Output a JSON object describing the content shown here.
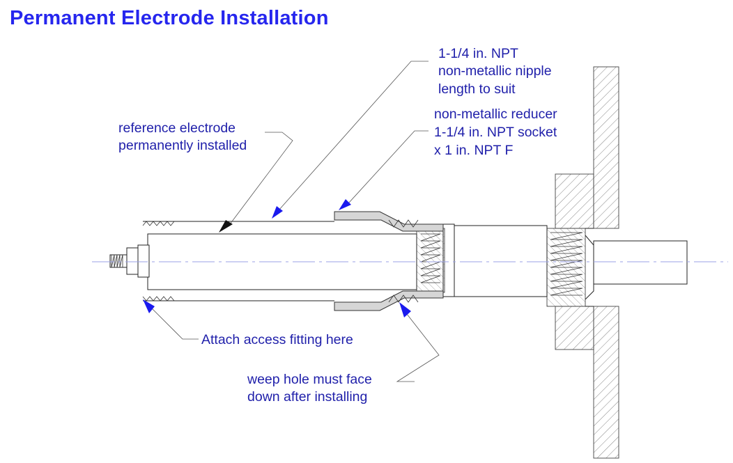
{
  "title": "Permanent Electrode Installation",
  "labels": {
    "nipple": [
      "1-1/4 in. NPT",
      "non-metallic nipple",
      "length to suit"
    ],
    "reducer": [
      "non-metallic reducer",
      "1-1/4 in. NPT socket",
      "x 1 in. NPT F"
    ],
    "electrode": [
      "reference electrode",
      "permanently installed"
    ],
    "access": [
      "Attach access fitting here"
    ],
    "weep": [
      "weep hole must face",
      "down after installing"
    ]
  },
  "colors": {
    "title": "#2626ee",
    "label": "#1f1faa",
    "arrow": "#1a1aee",
    "centerline": "#9aa0e6"
  }
}
